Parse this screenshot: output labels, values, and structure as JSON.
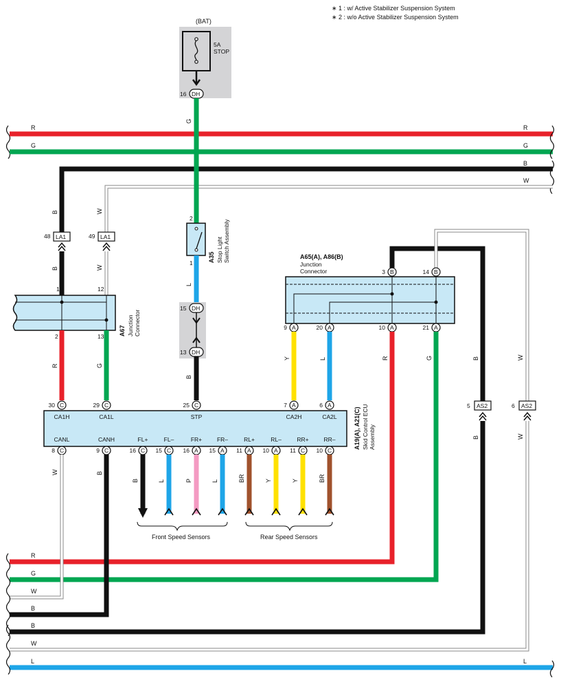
{
  "notes": {
    "note1": "∗ 1 : w/ Active Stabilizer Suspension System",
    "note2": "∗ 2 : w/o Active Stabilizer Suspension System"
  },
  "colors": {
    "red": "#e8212a",
    "green": "#00a651",
    "black": "#111111",
    "blue": "#1ea5e8",
    "yellow": "#ffe100",
    "pink": "#f49ac2",
    "brown": "#a0522d",
    "component_fill": "#c8e8f6",
    "shade": "#d4d4d6"
  },
  "fuse": {
    "bat": "(BAT)",
    "rating": "5A",
    "name": "STOP",
    "pin": "16",
    "connector": "DH"
  },
  "top_bus_labels": {
    "r_left": "R",
    "r_right": "R",
    "g_left": "G",
    "g_right": "G",
    "b_right": "B",
    "w_right": "W"
  },
  "wire_labels": {
    "g_fuse": "G",
    "b_la1_upper": "B",
    "b_la1_lower": "B",
    "w_la1_upper": "W",
    "w_la1_lower": "W",
    "l_switch": "L",
    "b_dh": "B",
    "r_a67": "R",
    "g_a67": "G",
    "y_ca2h": "Y",
    "l_ca2l": "L",
    "r_a65": "R",
    "g_a65": "G",
    "b_as2_upper": "B",
    "b_as2_lower": "B",
    "w_as2_upper": "W",
    "w_as2_lower": "W",
    "w_canl": "W",
    "b_canh": "B"
  },
  "la1": {
    "left_pin": "48",
    "left_conn": "LA1",
    "right_pin": "49",
    "right_conn": "LA1"
  },
  "stop_switch": {
    "pin_top": "2",
    "pin_bottom": "1",
    "code": "A35",
    "name1": "Stop Light",
    "name2": "Switch Assembly"
  },
  "dh_splice": {
    "pin_top": "15",
    "conn_top": "DH",
    "pin_bottom": "13",
    "conn_bottom": "DH"
  },
  "a67": {
    "code": "A67",
    "name1": "Junction",
    "name2": "Connector",
    "pin_top_left": "1",
    "pin_top_right": "12",
    "pin_bottom_left": "2",
    "pin_bottom_right": "13"
  },
  "a65": {
    "code": "A65(A), A86(B)",
    "name1": "Junction",
    "name2": "Connector",
    "top_pins": [
      {
        "pin": "3",
        "conn": "B"
      },
      {
        "pin": "14",
        "conn": "B"
      }
    ],
    "bottom_pins": [
      {
        "pin": "9",
        "conn": "A"
      },
      {
        "pin": "20",
        "conn": "A"
      },
      {
        "pin": "10",
        "conn": "A"
      },
      {
        "pin": "21",
        "conn": "A"
      }
    ]
  },
  "ecu": {
    "code": "A19(A), A21(C)",
    "name1": "Skid Control ECU",
    "name2": "Assembly",
    "top_pins": [
      {
        "pin": "30",
        "conn": "C",
        "signal": "CA1H"
      },
      {
        "pin": "29",
        "conn": "C",
        "signal": "CA1L"
      },
      {
        "pin": "25",
        "conn": "C",
        "signal": "STP"
      },
      {
        "pin": "7",
        "conn": "A",
        "signal": "CA2H"
      },
      {
        "pin": "6",
        "conn": "A",
        "signal": "CA2L"
      }
    ],
    "bottom_pins": [
      {
        "pin": "8",
        "conn": "C",
        "signal": "CANL"
      },
      {
        "pin": "9",
        "conn": "C",
        "signal": "CANH"
      },
      {
        "pin": "16",
        "conn": "C",
        "signal": "FL+",
        "wire": "B"
      },
      {
        "pin": "15",
        "conn": "C",
        "signal": "FL–",
        "wire": "L"
      },
      {
        "pin": "16",
        "conn": "A",
        "signal": "FR+",
        "wire": "P"
      },
      {
        "pin": "15",
        "conn": "A",
        "signal": "FR–",
        "wire": "L"
      },
      {
        "pin": "11",
        "conn": "A",
        "signal": "RL+",
        "wire": "BR"
      },
      {
        "pin": "10",
        "conn": "A",
        "signal": "RL–",
        "wire": "Y"
      },
      {
        "pin": "11",
        "conn": "C",
        "signal": "RR+",
        "wire": "Y"
      },
      {
        "pin": "10",
        "conn": "C",
        "signal": "RR–",
        "wire": "BR"
      }
    ]
  },
  "sensors": {
    "front": "Front Speed Sensors",
    "rear": "Rear Speed Sensors"
  },
  "as2": {
    "left_pin": "5",
    "left_conn": "AS2",
    "right_pin": "6",
    "right_conn": "AS2"
  },
  "bottom_bus_labels": {
    "r": "R",
    "g": "G",
    "w1": "W",
    "b1": "B",
    "b2": "B",
    "w2": "W",
    "l_left": "L",
    "l_right": "L"
  }
}
